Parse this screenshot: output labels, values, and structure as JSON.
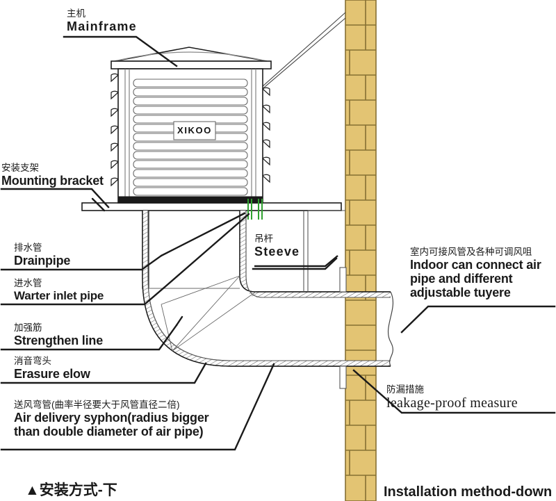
{
  "title_cn": "▲安装方式-下",
  "title_en": "Installation method-down",
  "unit": {
    "brand": "XIKOO"
  },
  "labels": {
    "mainframe": {
      "cn": "主机",
      "en": "Mainframe"
    },
    "bracket": {
      "cn": "安装支架",
      "en": "Mounting bracket"
    },
    "drainpipe": {
      "cn": "排水管",
      "en": "Drainpipe"
    },
    "inlet": {
      "cn": "进水管",
      "en": "Warter inlet pipe"
    },
    "strengthen": {
      "cn": "加强筋",
      "en": "Strengthen line"
    },
    "elbow": {
      "cn": "消音弯头",
      "en": "Erasure elow"
    },
    "syphon": {
      "cn": "送风弯管(曲率半径要大于风管直径二倍)",
      "en_line1": "Air delivery syphon(radius bigger",
      "en_line2": "than double diameter of air pipe)"
    },
    "steeve": {
      "cn": "吊杆",
      "en": "Steeve"
    },
    "indoor": {
      "cn": "室内可接风管及各种可调风咀",
      "en_line1": "Indoor can connect air",
      "en_line2": "pipe and different",
      "en_line3": "adjustable tuyere"
    },
    "leakage": {
      "cn": "防漏措施",
      "en": "leakage-proof measure"
    }
  },
  "colors": {
    "brick_face": "#e3c473",
    "brick_line": "#857033",
    "steeve_rod": "#2fa12f",
    "ink": "#1a1a1a",
    "thin": "#555555"
  }
}
